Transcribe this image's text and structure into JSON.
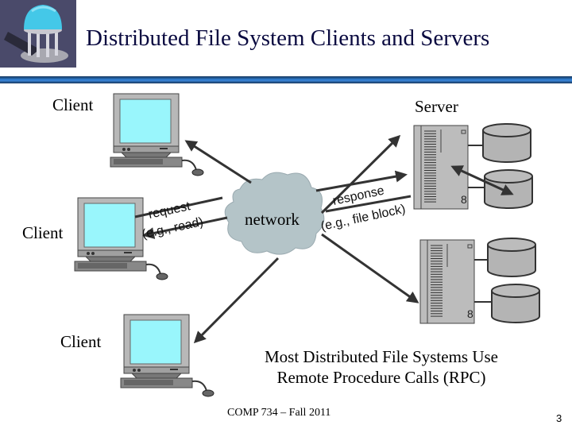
{
  "header": {
    "title": "Distributed File System Clients and Servers",
    "logo_icon": "gazebo-well-icon",
    "accent_bar_color": "#2c78c8"
  },
  "diagram": {
    "clients": [
      {
        "label": "Client"
      },
      {
        "label": "Client"
      },
      {
        "label": "Client"
      }
    ],
    "server_label": "Server",
    "network_label": "network",
    "request_label_line1": "request",
    "request_label_line2": "(e.g., read)",
    "response_label_line1": "response",
    "response_label_line2": "(e.g., file block)",
    "colors": {
      "screen": "#99f6fc",
      "monitor": "#b8b8b8",
      "cloud": "#b4c4c8",
      "server": "#bcbcbc",
      "disk": "#b4b4b4",
      "arrow": "#333333"
    }
  },
  "caption": {
    "line1": "Most Distributed File Systems Use",
    "line2": "Remote Procedure Calls (RPC)"
  },
  "footer": {
    "course": "COMP 734 – Fall 2011",
    "page_number": "3"
  }
}
